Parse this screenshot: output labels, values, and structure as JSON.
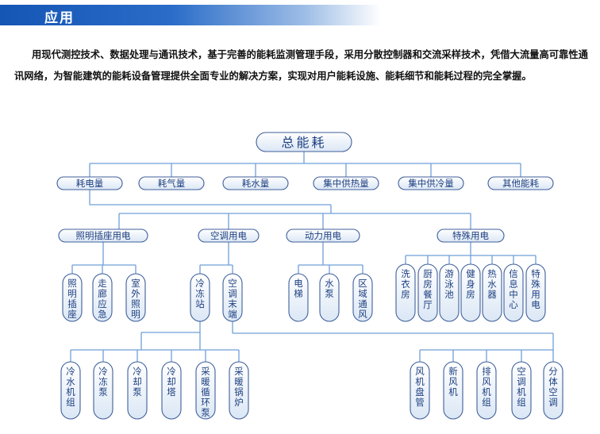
{
  "section": {
    "title": "应用"
  },
  "intro": "用现代测控技术、数据处理与通讯技术，基于完善的能耗监测管理手段，采用分散控制器和交流采样技术，凭借大流量高可靠性通讯网络，为智能建筑的能耗设备管理提供全面专业的解决方案，实现对用户能耗设施、能耗细节和能耗过程的完全掌握。",
  "diagram": {
    "root": "总能耗",
    "level1": [
      "耗电量",
      "耗气量",
      "耗水量",
      "集中供热量",
      "集中供冷量",
      "其他能耗"
    ],
    "level2": [
      "照明插座用电",
      "空调用电",
      "动力用电",
      "特殊用电"
    ],
    "lighting": [
      "照明插座",
      "走廊应急",
      "室外照明"
    ],
    "ac": [
      "冷冻站",
      "空调末端"
    ],
    "power": [
      "电梯",
      "水泵",
      "区域通风"
    ],
    "special": [
      "洗衣房",
      "厨房餐厅",
      "游泳池",
      "健身房",
      "热水器",
      "信息中心",
      "特殊用电"
    ],
    "cold_station": [
      "冷水机组",
      "冷冻泵",
      "冷却泵",
      "冷却塔",
      "采暖循环泵",
      "采暖锅炉"
    ],
    "ac_terminal": [
      "风机盘管",
      "新风机",
      "排风机组",
      "空调机组",
      "分体空调"
    ]
  },
  "colors": {
    "line": "#6f9fd6",
    "pill_fill": "#eef4fb",
    "pill_stroke": "#3f5f9a",
    "text": "#1d3f80",
    "header": "#1555b4"
  }
}
